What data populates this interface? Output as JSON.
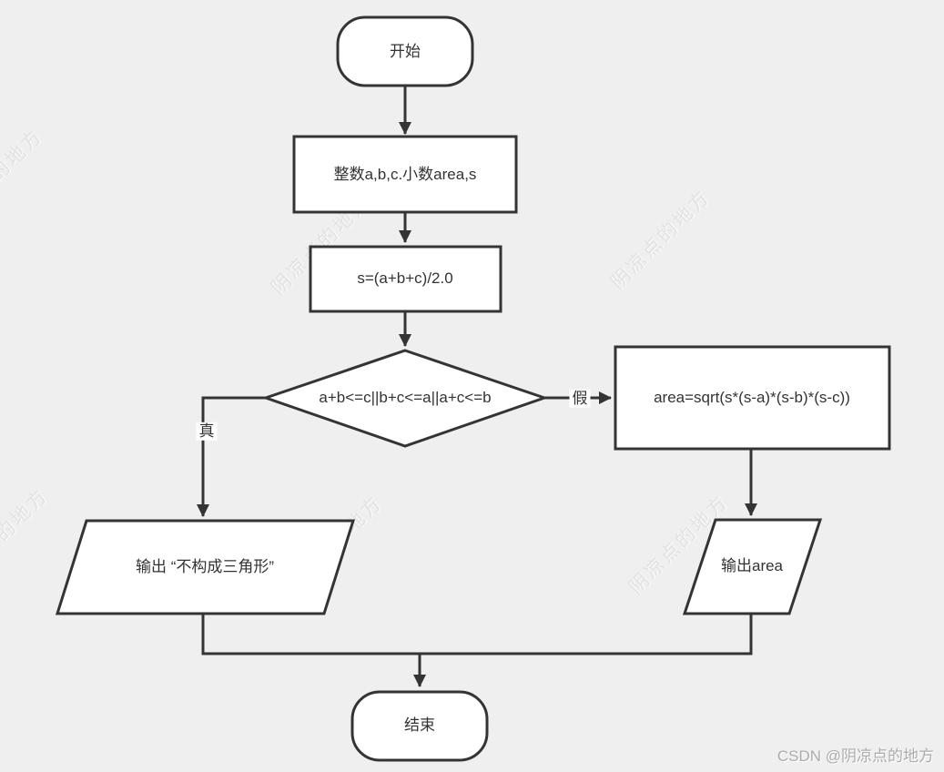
{
  "colors": {
    "background": "#efefef",
    "shape_fill": "#ffffff",
    "line": "#343434",
    "text": "#333333",
    "watermark_tile": "#e2e2e2",
    "watermark_credit": "#ababab"
  },
  "flowchart": {
    "nodes": {
      "start": "开始",
      "declare": "整数a,b,c.小数area,s",
      "half_perimeter": "s=(a+b+c)/2.0",
      "condition": "a+b<=c||b+c<=a||a+c<=b",
      "area_formula": "area=sqrt(s*(s-a)*(s-b)*(s-c))",
      "output_not_triangle": "输出 “不构成三角形”",
      "output_area": "输出area",
      "end": "结束"
    },
    "edge_labels": {
      "true_label": "真",
      "false_label": "假"
    }
  },
  "watermarks": {
    "tile_text": "阴凉点的地方",
    "credit_text": "CSDN @阴凉点的地方"
  }
}
